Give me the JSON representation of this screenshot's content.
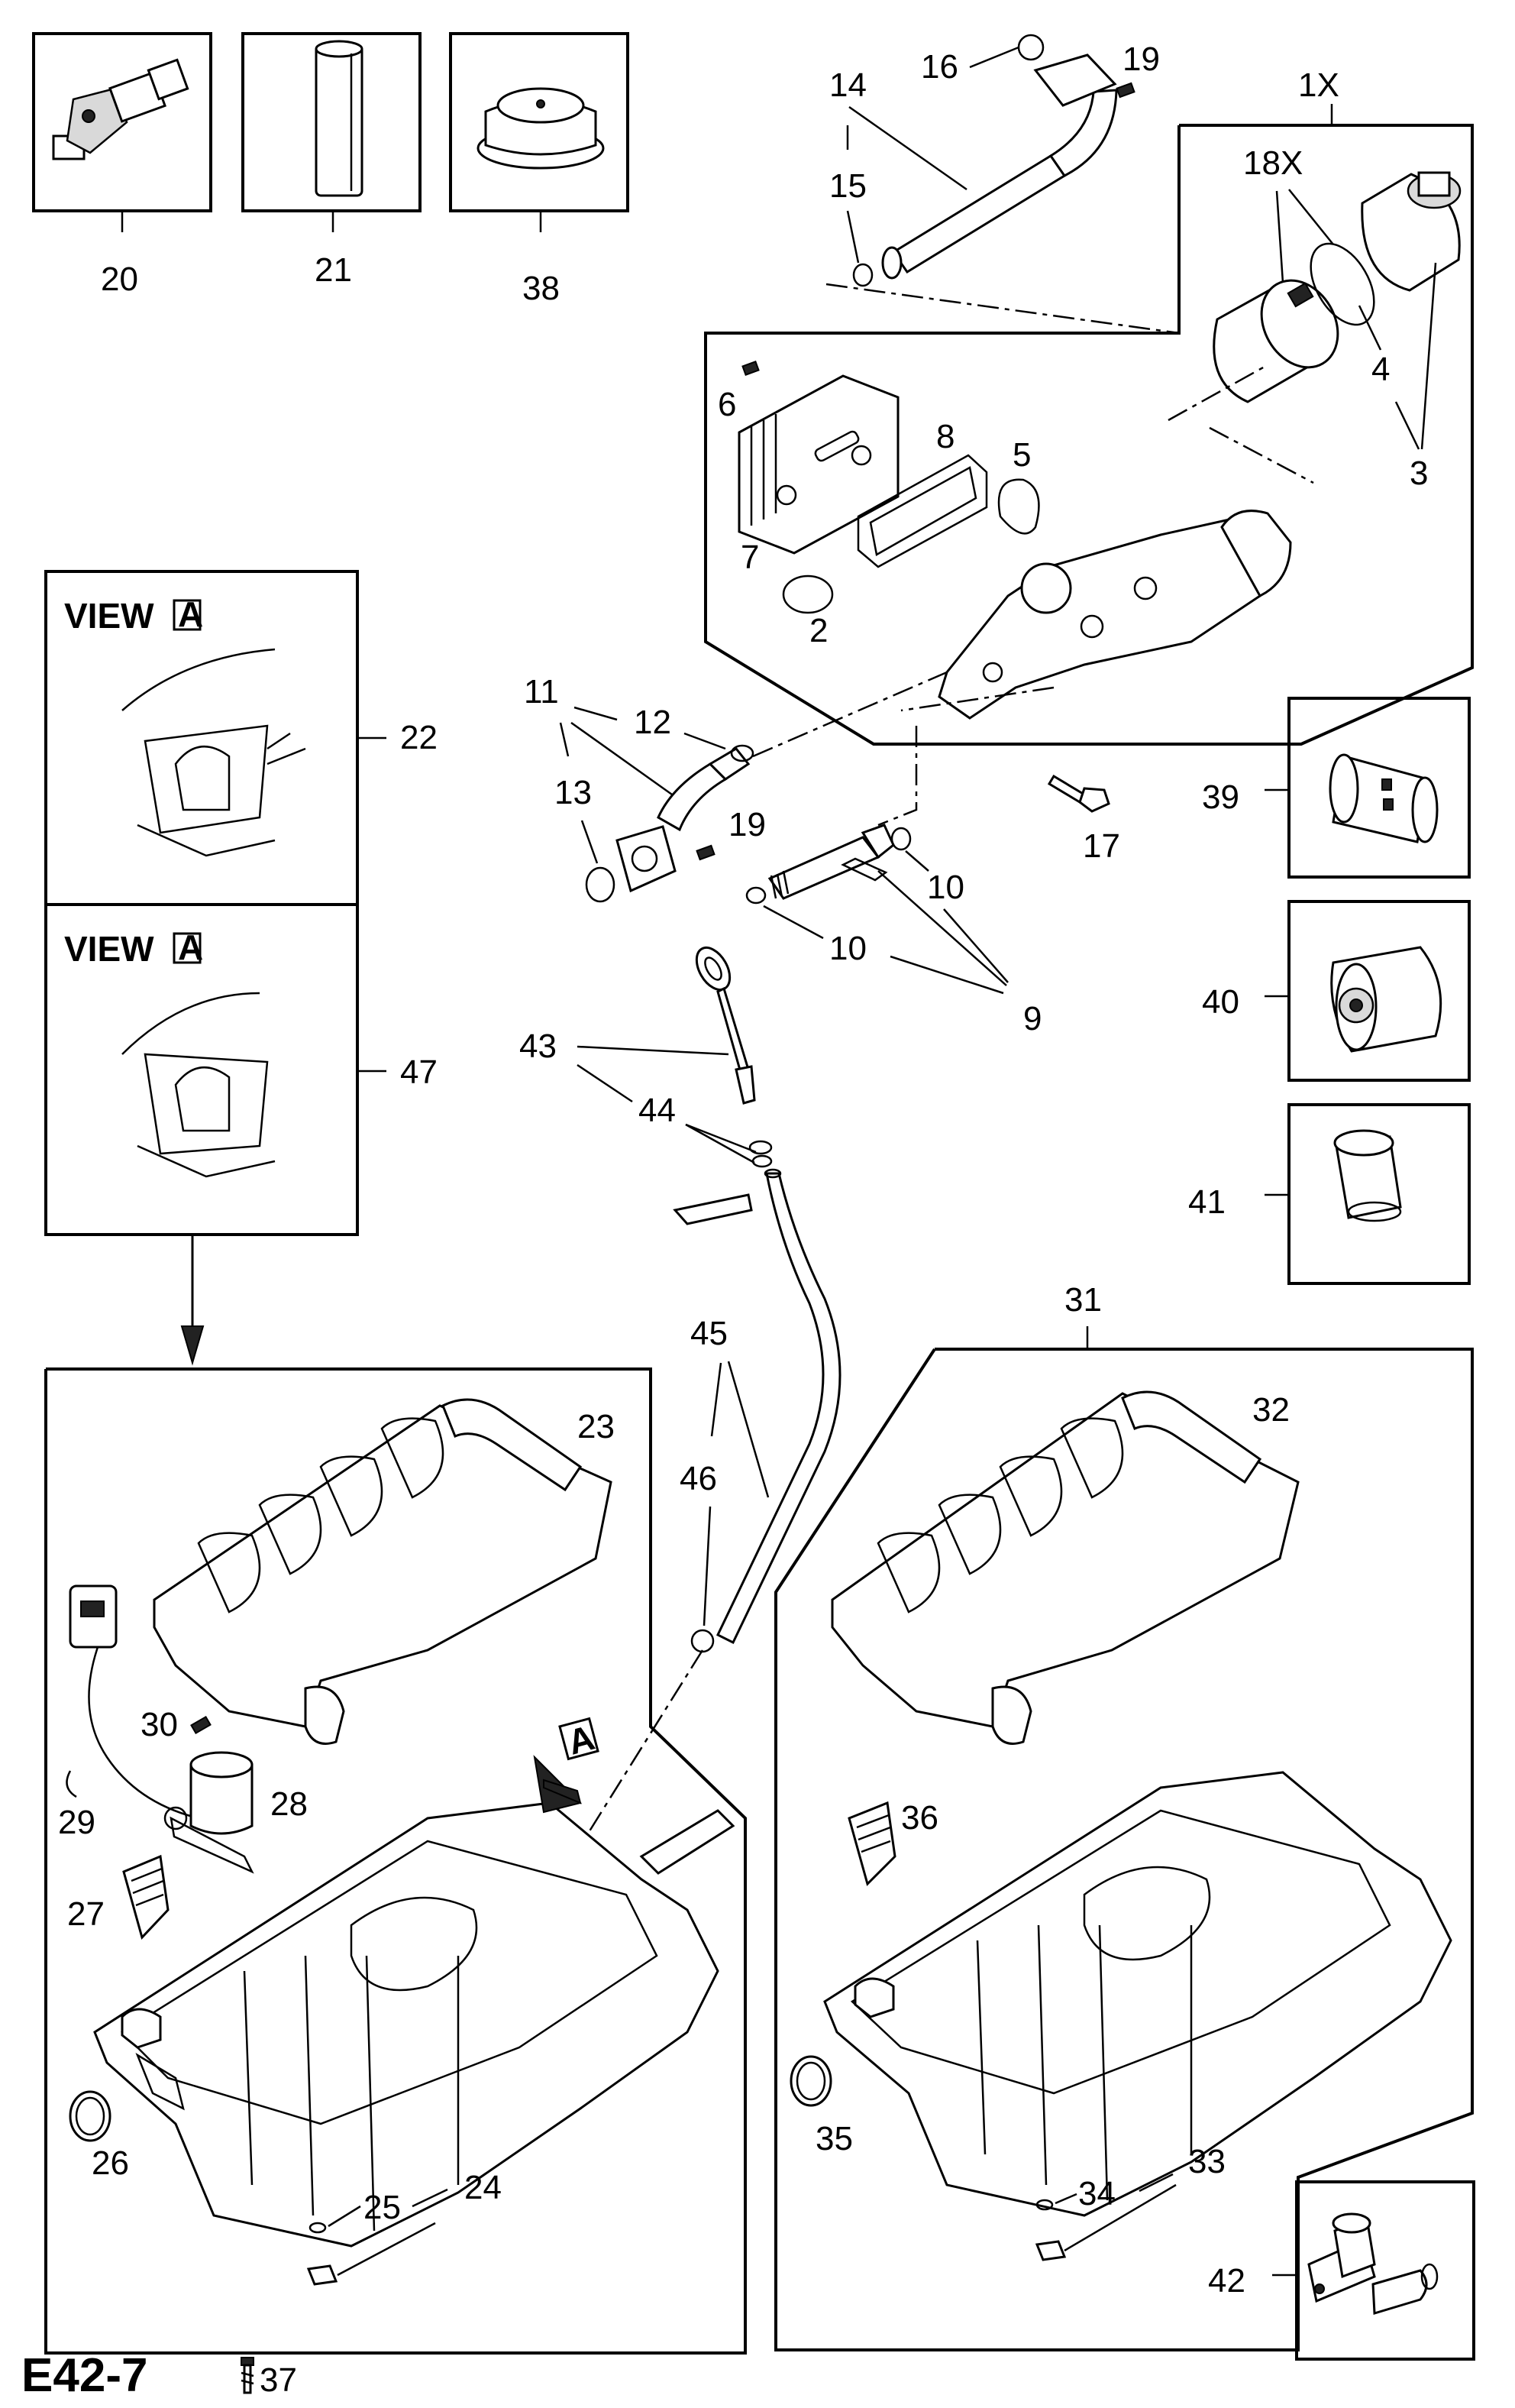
{
  "page_code": "E42-7",
  "fastener_note": "37",
  "view_label": "VIEW",
  "view_marker": "A",
  "labels": {
    "l20": "20",
    "l21": "21",
    "l38": "38",
    "l14": "14",
    "l16": "16",
    "l19a": "19",
    "l15": "15",
    "l1x": "1X",
    "l18x": "18X",
    "l4": "4",
    "l3": "3",
    "l6": "6",
    "l8": "8",
    "l5": "5",
    "l7": "7",
    "l2": "2",
    "l22": "22",
    "l47": "47",
    "l11": "11",
    "l12": "12",
    "l13": "13",
    "l19b": "19",
    "l17": "17",
    "l39": "39",
    "l10a": "10",
    "l10b": "10",
    "l9": "9",
    "l40": "40",
    "l41": "41",
    "l43": "43",
    "l44": "44",
    "l45": "45",
    "l46": "46",
    "l31": "31",
    "l32": "32",
    "l23": "23",
    "l30": "30",
    "l28": "28",
    "l29": "29",
    "l27": "27",
    "l36": "36",
    "l26": "26",
    "l35": "35",
    "l25": "25",
    "l24": "24",
    "l34": "34",
    "l33": "33",
    "l42": "42"
  },
  "icons": {
    "arrow_marker": "A",
    "bolt": "bolt-icon"
  }
}
